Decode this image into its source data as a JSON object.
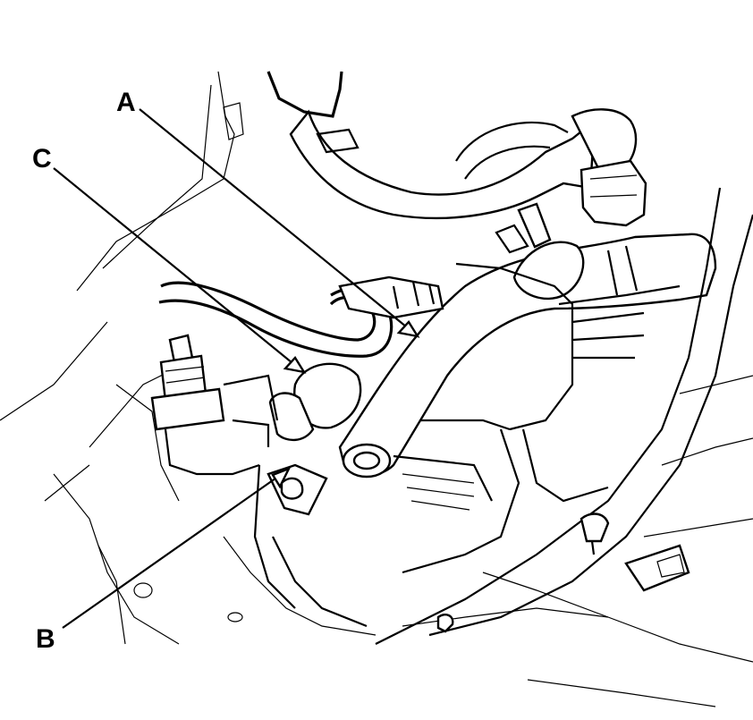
{
  "diagram": {
    "callouts": [
      {
        "id": "A",
        "label": "A"
      },
      {
        "id": "B",
        "label": "B"
      },
      {
        "id": "C",
        "label": "C"
      }
    ]
  }
}
